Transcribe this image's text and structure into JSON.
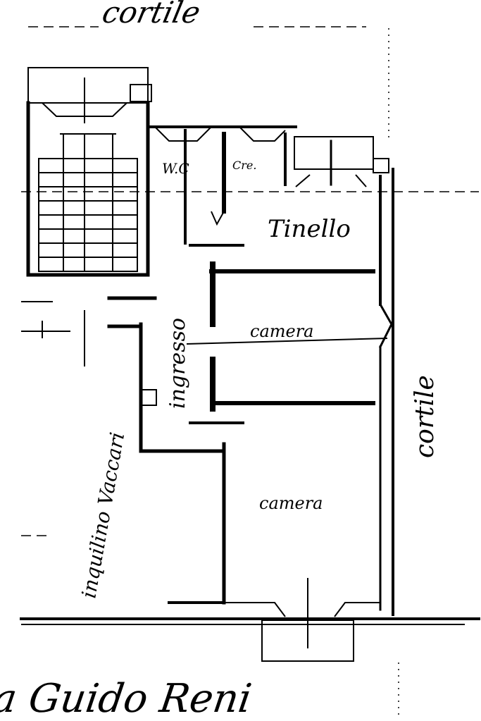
{
  "labels": {
    "courtyard_top": "cortile",
    "courtyard_right": "cortile",
    "wc": "W.C",
    "storage": "Cre.",
    "hall": "Tinello",
    "bedroom_1": "camera",
    "bedroom_2": "camera",
    "entrance": "ingresso",
    "neighbour": "inquilino Vaccari",
    "street": "via Guido Reni"
  },
  "colors": {
    "ink": "#000000",
    "paper": "#ffffff"
  }
}
